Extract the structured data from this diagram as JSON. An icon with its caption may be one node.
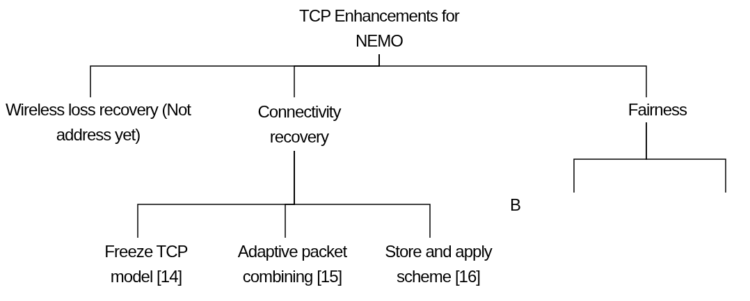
{
  "diagram": {
    "nodes": [
      {
        "text": [
          "TCP Enhancements for NEMO"
        ]
      },
      {
        "text": [
          "Wireless loss recovery (Not address yet)"
        ]
      },
      {
        "text": [
          "Connectivity recovery"
        ]
      },
      {
        "text": [
          "Fairness"
        ]
      },
      {
        "text": [
          "Freeze TCP model [14]"
        ]
      },
      {
        "text": [
          "Adaptive packet combining [15]"
        ]
      },
      {
        "text": [
          "Store and apply scheme [16]"
        ]
      }
    ],
    "edges": [
      {
        "from": 0,
        "to": 1,
        "arrow": "none"
      },
      {
        "from": 0,
        "to": 2,
        "arrow": "none"
      },
      {
        "from": 0,
        "to": 3,
        "arrow": "none"
      },
      {
        "from": 2,
        "to": 4,
        "arrow": "none"
      },
      {
        "from": 2,
        "to": 5,
        "arrow": "none"
      },
      {
        "from": 2,
        "to": 6,
        "arrow": "none"
      },
      {
        "from": 3,
        "to": null,
        "arrow": "none"
      },
      {
        "from": 3,
        "to": null,
        "arrow": "none"
      }
    ],
    "labels": [
      "B"
    ]
  }
}
